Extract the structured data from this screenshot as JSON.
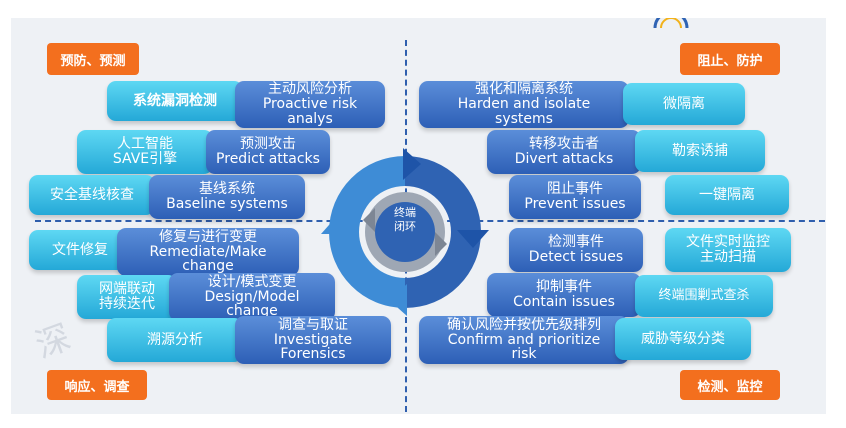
{
  "quadrants": {
    "top_left": "预防、预测",
    "top_right": "阻止、防护",
    "bottom_left": "响应、调查",
    "bottom_right": "检测、监控"
  },
  "center": {
    "line1": "终端",
    "line2": "闭环"
  },
  "left": {
    "proactive": {
      "cn": "主动风险分析",
      "en1": "Proactive risk",
      "en2": "analys"
    },
    "vuln_detect": "系统漏洞检测",
    "ai": {
      "line1": "人工智能",
      "line2": "SAVE引擎"
    },
    "predict": {
      "cn": "预测攻击",
      "en": "Predict attacks"
    },
    "baseline_check": "安全基线核查",
    "baseline": {
      "cn": "基线系统",
      "en": "Baseline systems"
    },
    "file_repair": "文件修复",
    "remediate": {
      "cn": "修复与进行变更",
      "en1": "Remediate/Make",
      "en2": "change"
    },
    "linkage": {
      "line1": "网端联动",
      "line2": "持续迭代"
    },
    "design": {
      "cn": "设计/模式变更",
      "en1": "Design/Model",
      "en2": "change"
    },
    "trace": "溯源分析",
    "investigate": {
      "cn": "调查与取证",
      "en1": "Investigate",
      "en2": "Forensics"
    }
  },
  "right": {
    "harden": {
      "cn": "强化和隔离系统",
      "en1": "Harden and isolate",
      "en2": "systems"
    },
    "micro": "微隔离",
    "divert": {
      "cn": "转移攻击者",
      "en": "Divert attacks"
    },
    "ransom": "勒索诱捕",
    "prevent": {
      "cn": "阻止事件",
      "en": "Prevent issues"
    },
    "isolate": "一键隔离",
    "detect": {
      "cn": "检测事件",
      "en": "Detect issues"
    },
    "file_monitor": {
      "line1": "文件实时监控",
      "line2": "主动扫描"
    },
    "contain": {
      "cn": "抑制事件",
      "en": "Contain issues"
    },
    "perimeter": "终端围剿式查杀",
    "confirm": {
      "cn": "确认风险并按优先级排列",
      "en1": "Confirm and prioritize",
      "en2": "risk"
    },
    "threat": "威胁等级分类"
  },
  "colors": {
    "quadrant_label": "#f36f1e",
    "dark_box": "#3a6cc0",
    "light_box": "#2fb8e0",
    "divider": "#2f5fae",
    "ring_dark": "#2f63b3",
    "ring_light": "#9ea7b4"
  },
  "watermark": "深"
}
